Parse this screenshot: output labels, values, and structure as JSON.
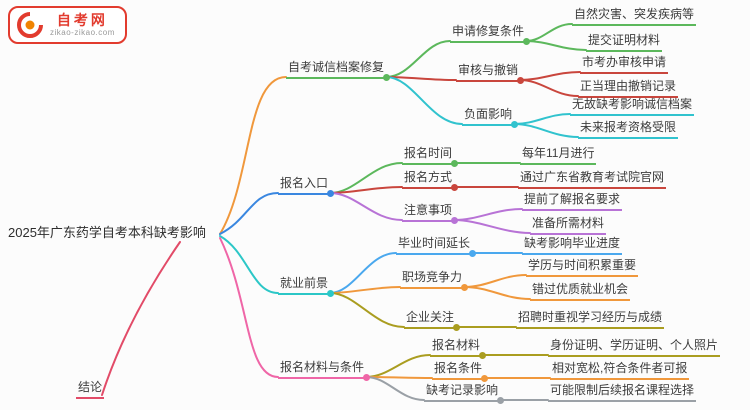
{
  "logo": {
    "name": "自考网",
    "domain": "zikao-zikao.com",
    "accent_color": "#e23b2e",
    "mark_secondary_color": "#f08300"
  },
  "palette": {
    "green": "#5cb85c",
    "red": "#c9463d",
    "cyan": "#31c3ce",
    "blue": "#3a87e0",
    "skyblue": "#4aa8ee",
    "purple": "#b873d6",
    "teal": "#2cc7c7",
    "orange": "#f0983c",
    "olive": "#aa9d20",
    "pink": "#ef66a7",
    "crimson": "#e24b68",
    "gray": "#9aa0a6"
  },
  "mindmap": {
    "root": {
      "label": "2025年广东药学自考本科缺考影响"
    },
    "branches": [
      {
        "label": "自考诚信档案修复",
        "color": "#5cb85c",
        "line_color": "#f0983c",
        "children": [
          {
            "label": "申请修复条件",
            "color": "#5cb85c",
            "children": [
              {
                "label": "自然灾害、突发疾病等",
                "color": "#5cb85c"
              },
              {
                "label": "提交证明材料",
                "color": "#5cb85c"
              }
            ]
          },
          {
            "label": "审核与撤销",
            "color": "#c9463d",
            "children": [
              {
                "label": "市考办审核申请",
                "color": "#c9463d"
              },
              {
                "label": "正当理由撤销记录",
                "color": "#c9463d"
              }
            ]
          },
          {
            "label": "负面影响",
            "color": "#31c3ce",
            "children": [
              {
                "label": "无故缺考影响诚信档案",
                "color": "#31c3ce"
              },
              {
                "label": "未来报考资格受限",
                "color": "#31c3ce"
              }
            ]
          }
        ]
      },
      {
        "label": "报名入口",
        "color": "#3a87e0",
        "line_color": "#3a87e0",
        "children": [
          {
            "label": "报名时间",
            "color": "#5cb85c",
            "children": [
              {
                "label": "每年11月进行",
                "color": "#5cb85c"
              }
            ]
          },
          {
            "label": "报名方式",
            "color": "#c9463d",
            "children": [
              {
                "label": "通过广东省教育考试院官网",
                "color": "#c9463d"
              }
            ]
          },
          {
            "label": "注意事项",
            "color": "#b873d6",
            "children": [
              {
                "label": "提前了解报名要求",
                "color": "#b873d6"
              },
              {
                "label": "准备所需材料",
                "color": "#b873d6"
              }
            ]
          }
        ]
      },
      {
        "label": "就业前景",
        "color": "#2cc7c7",
        "line_color": "#2cc7c7",
        "children": [
          {
            "label": "毕业时间延长",
            "color": "#4aa8ee",
            "children": [
              {
                "label": "缺考影响毕业进度",
                "color": "#4aa8ee"
              }
            ]
          },
          {
            "label": "职场竞争力",
            "color": "#f0983c",
            "children": [
              {
                "label": "学历与时间积累重要",
                "color": "#f0983c"
              },
              {
                "label": "错过优质就业机会",
                "color": "#f0983c"
              }
            ]
          },
          {
            "label": "企业关注",
            "color": "#aa9d20",
            "children": [
              {
                "label": "招聘时重视学习经历与成绩",
                "color": "#aa9d20"
              }
            ]
          }
        ]
      },
      {
        "label": "报名材料与条件",
        "color": "#ef66a7",
        "line_color": "#ef66a7",
        "children": [
          {
            "label": "报名材料",
            "color": "#aa9d20",
            "children": [
              {
                "label": "身份证明、学历证明、个人照片",
                "color": "#aa9d20"
              }
            ]
          },
          {
            "label": "报名条件",
            "color": "#f0983c",
            "children": [
              {
                "label": "相对宽松,符合条件者可报",
                "color": "#f0983c"
              }
            ]
          },
          {
            "label": "缺考记录影响",
            "color": "#9aa0a6",
            "children": [
              {
                "label": "可能限制后续报名课程选择",
                "color": "#9aa0a6"
              }
            ]
          }
        ]
      },
      {
        "label": "结论",
        "color": "#e24b68",
        "line_color": "#e24b68",
        "children": []
      }
    ]
  }
}
